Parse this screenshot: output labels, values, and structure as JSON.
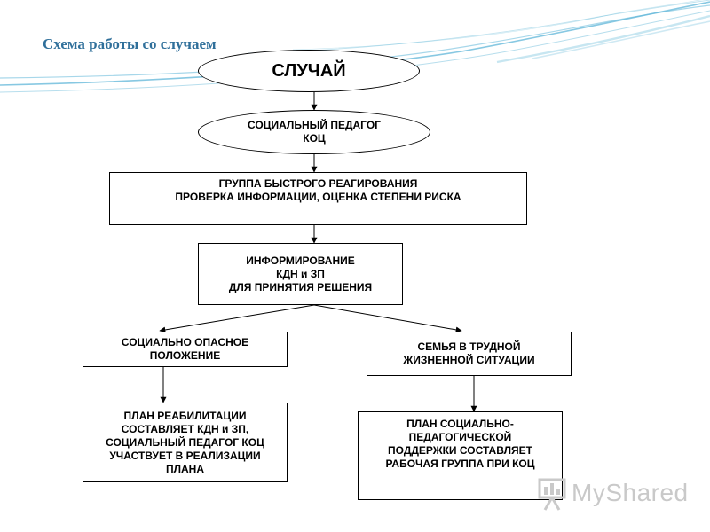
{
  "title": "Схема работы со случаем",
  "nodes": {
    "case": "СЛУЧАЙ",
    "social_teacher": "СОЦИАЛЬНЫЙ ПЕДАГОГ\nКОЦ",
    "rapid_group": "ГРУППА БЫСТРОГО РЕАГИРОВАНИЯ\nПРОВЕРКА ИНФОРМАЦИИ, ОЦЕНКА  СТЕПЕНИ РИСКА",
    "informing": "ИНФОРМИРОВАНИЕ\nКДН  и  ЗП\nДЛЯ ПРИНЯТИЯ РЕШЕНИЯ",
    "dangerous": "СОЦИАЛЬНО ОПАСНОЕ\nПОЛОЖЕНИЕ",
    "difficult": "СЕМЬЯ В ТРУДНОЙ\nЖИЗНЕННОЙ СИТУАЦИИ",
    "rehab_plan": "ПЛАН  РЕАБИЛИТАЦИИ\nСОСТАВЛЯЕТ КДН и ЗП,\nСОЦИАЛЬНЫЙ  ПЕДАГОГ КОЦ\nУЧАСТВУЕТ В  РЕАЛИЗАЦИИ\nПЛАНА",
    "support_plan": "ПЛАН  СОЦИАЛЬНО-\nПЕДАГОГИЧЕСКОЙ\nПОДДЕРЖКИ СОСТАВЛЯЕТ\nРАБОЧАЯ ГРУППА  ПРИ  КОЦ"
  },
  "watermark": "MyShared",
  "colors": {
    "title": "#2f6f9a",
    "wave": "#5fb6d8",
    "watermark": "#c9c9c9"
  }
}
